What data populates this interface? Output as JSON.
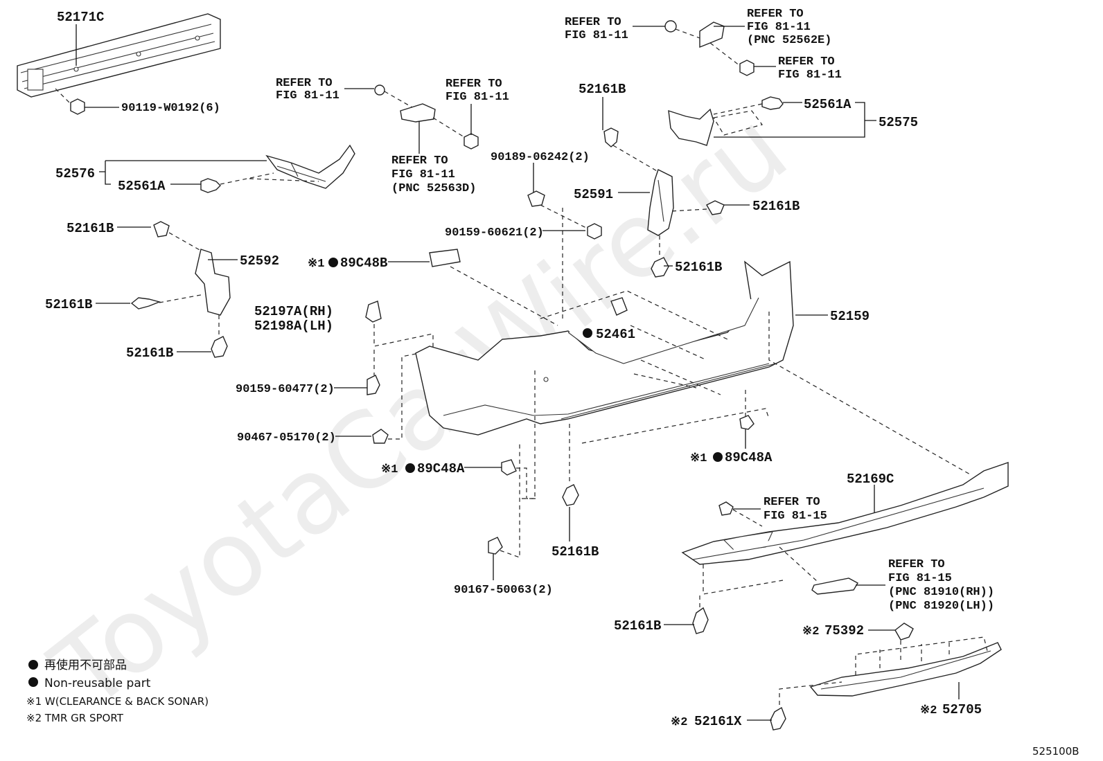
{
  "watermark": "ToyotaCarWire.ru",
  "diagram_code": "525100B",
  "callouts": {
    "c52171C": "52171C",
    "c90119": "90119-W0192(6)",
    "refer_a1": "REFER TO",
    "refer_a2": "FIG 81-11",
    "refer_b1": "REFER TO",
    "refer_b2": "FIG 81-11",
    "refer_c1": "REFER TO",
    "refer_c2": "FIG 81-11",
    "refer_c3": "(PNC 52563D)",
    "c52576": "52576",
    "c52561A_left": "52561A",
    "refer_d1": "REFER TO",
    "refer_d2": "FIG 81-11",
    "refer_e1": "REFER TO",
    "refer_e2": "FIG 81-11",
    "refer_e3": "(PNC 52562E)",
    "refer_f1": "REFER TO",
    "refer_f2": "FIG 81-11",
    "c52161B_top": "52161B",
    "c52561A_right": "52561A",
    "c52575": "52575",
    "c90189": "90189-06242(2)",
    "c52591": "52591",
    "c52161B_r2": "52161B",
    "c90159_60621": "90159-60621(2)",
    "c52161B_l1": "52161B",
    "c52592": "52592",
    "c89C48B": "89C48B",
    "c52161B_r3": "52161B",
    "c52161B_l2": "52161B",
    "c52197A": "52197A(RH)",
    "c52198A": "52198A(LH)",
    "c52159": "52159",
    "c52461": "52461",
    "c52161B_l3": "52161B",
    "c90159_60477": "90159-60477(2)",
    "c90467": "90467-05170(2)",
    "c89C48A_right": "89C48A",
    "c89C48A_left": "89C48A",
    "c52169C": "52169C",
    "refer_g1": "REFER TO",
    "refer_g2": "FIG 81-15",
    "c52161B_mid": "52161B",
    "refer_h1": "REFER TO",
    "refer_h2": "FIG 81-15",
    "refer_h3": "(PNC 81910(RH))",
    "refer_h4": "(PNC 81920(LH))",
    "c90167": "90167-50063(2)",
    "c52161B_bot": "52161B",
    "c75392": "75392",
    "c52705": "52705",
    "c52161X": "52161X"
  },
  "marks": {
    "note1": "※1",
    "note2": "※2"
  },
  "legend": {
    "line1": "再使用不可部品",
    "line2": "Non-reusable part",
    "line3": "※1 W(CLEARANCE & BACK SONAR)",
    "line4": "※2 TMR GR SPORT"
  }
}
